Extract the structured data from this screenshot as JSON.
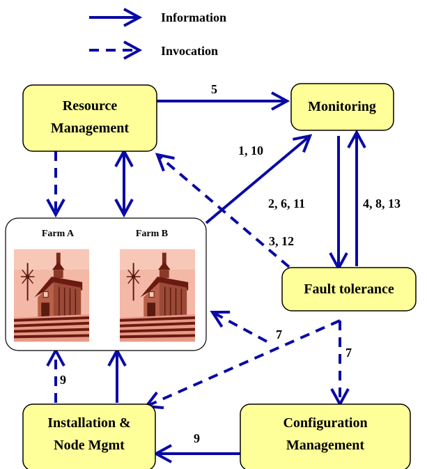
{
  "legend": {
    "information": "Information",
    "invocation": "Invocation"
  },
  "nodes": {
    "resource_management": [
      "Resource",
      "Management"
    ],
    "monitoring": "Monitoring",
    "fault_tolerance": "Fault tolerance",
    "configuration_management": [
      "Configuration",
      "Management"
    ],
    "installation": [
      "Installation &",
      "Node Mgmt"
    ],
    "farm_a": "Farm A",
    "farm_b": "Farm B"
  },
  "edge_labels": {
    "rm_to_monitoring": "5",
    "farm_to_monitoring": "1, 10",
    "monitoring_to_ft": "2, 6, 11",
    "ft_to_monitoring": "4, 8, 13",
    "ft_to_rm": "3, 12",
    "ft_to_farm": "7",
    "ft_to_config": "7",
    "config_to_install": "9",
    "install_to_farm_a": "9"
  },
  "colors": {
    "arrow": "#0A0AA5",
    "box_fill": "#FFFF99",
    "farm_box": "#FFFFFF"
  },
  "icons": [
    "farm-barn-icon"
  ]
}
